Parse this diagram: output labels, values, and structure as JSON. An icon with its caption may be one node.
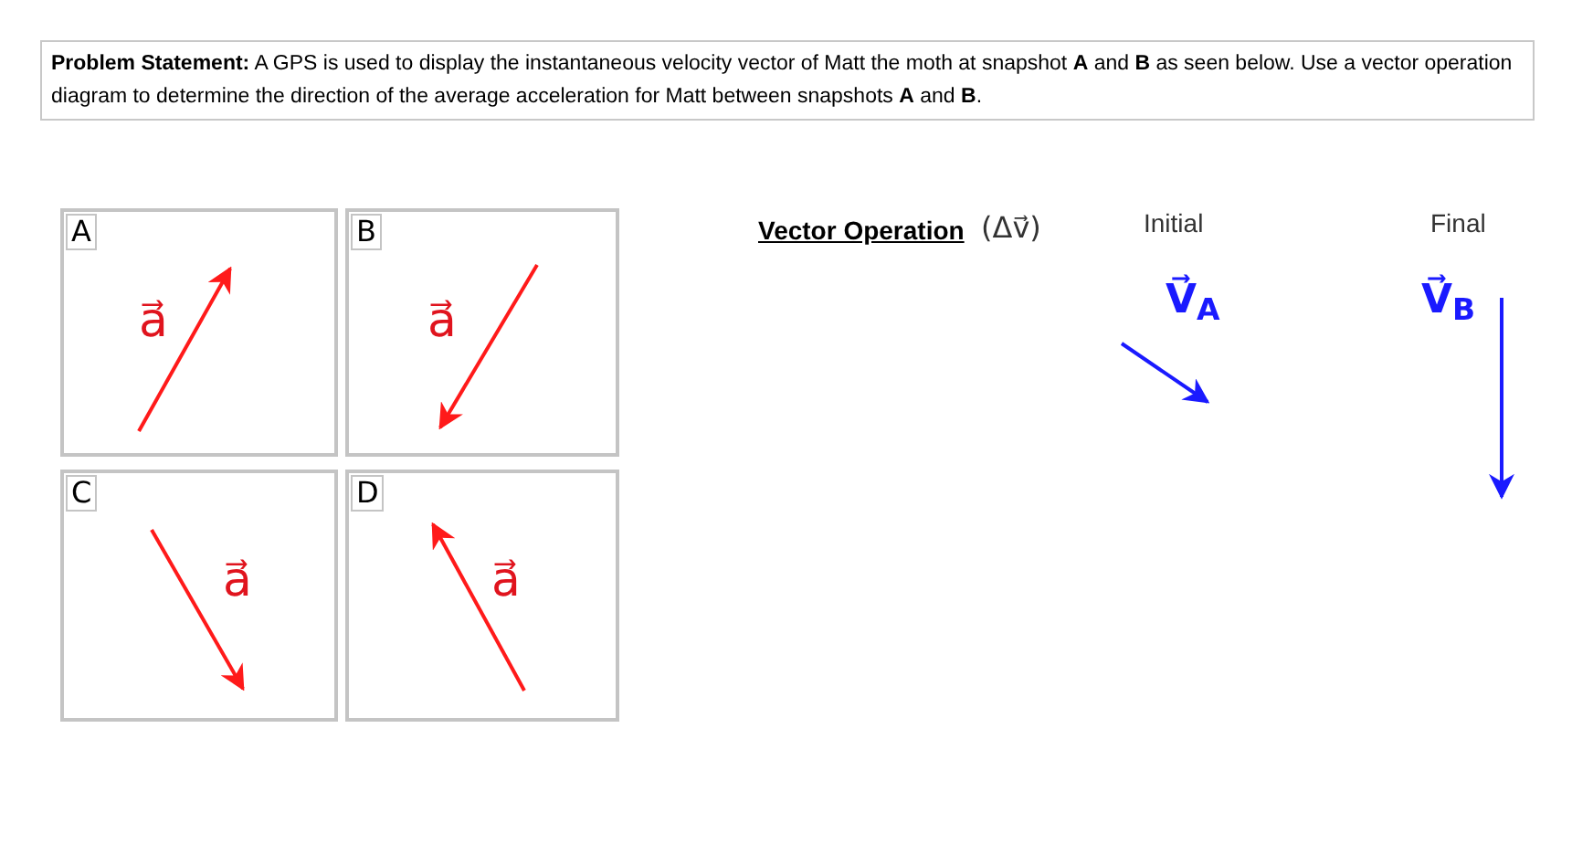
{
  "diagram": {
    "title": "**Problem Statement:**  A GPS is used to display the instantaneous velocity vector of Matt the moth at snapshot **A** and **B** as seen below. Use a vector operation diagram to determine the direction of the average acceleration for Matt between snapshots **A** and **B**.",
    "nodes": [
      {
        "text": [
          "A",
          "a⃗"
        ]
      },
      {
        "text": [
          "B",
          "a⃗"
        ]
      },
      {
        "text": [
          "C",
          "a⃗"
        ]
      },
      {
        "text": [
          "D",
          "a⃗"
        ]
      }
    ],
    "labels": [
      "Vector Operation",
      "(Δv⃗)",
      "Initial",
      "Final",
      "V⃗$_{A}$",
      "V⃗$_{B}$"
    ]
  }
}
